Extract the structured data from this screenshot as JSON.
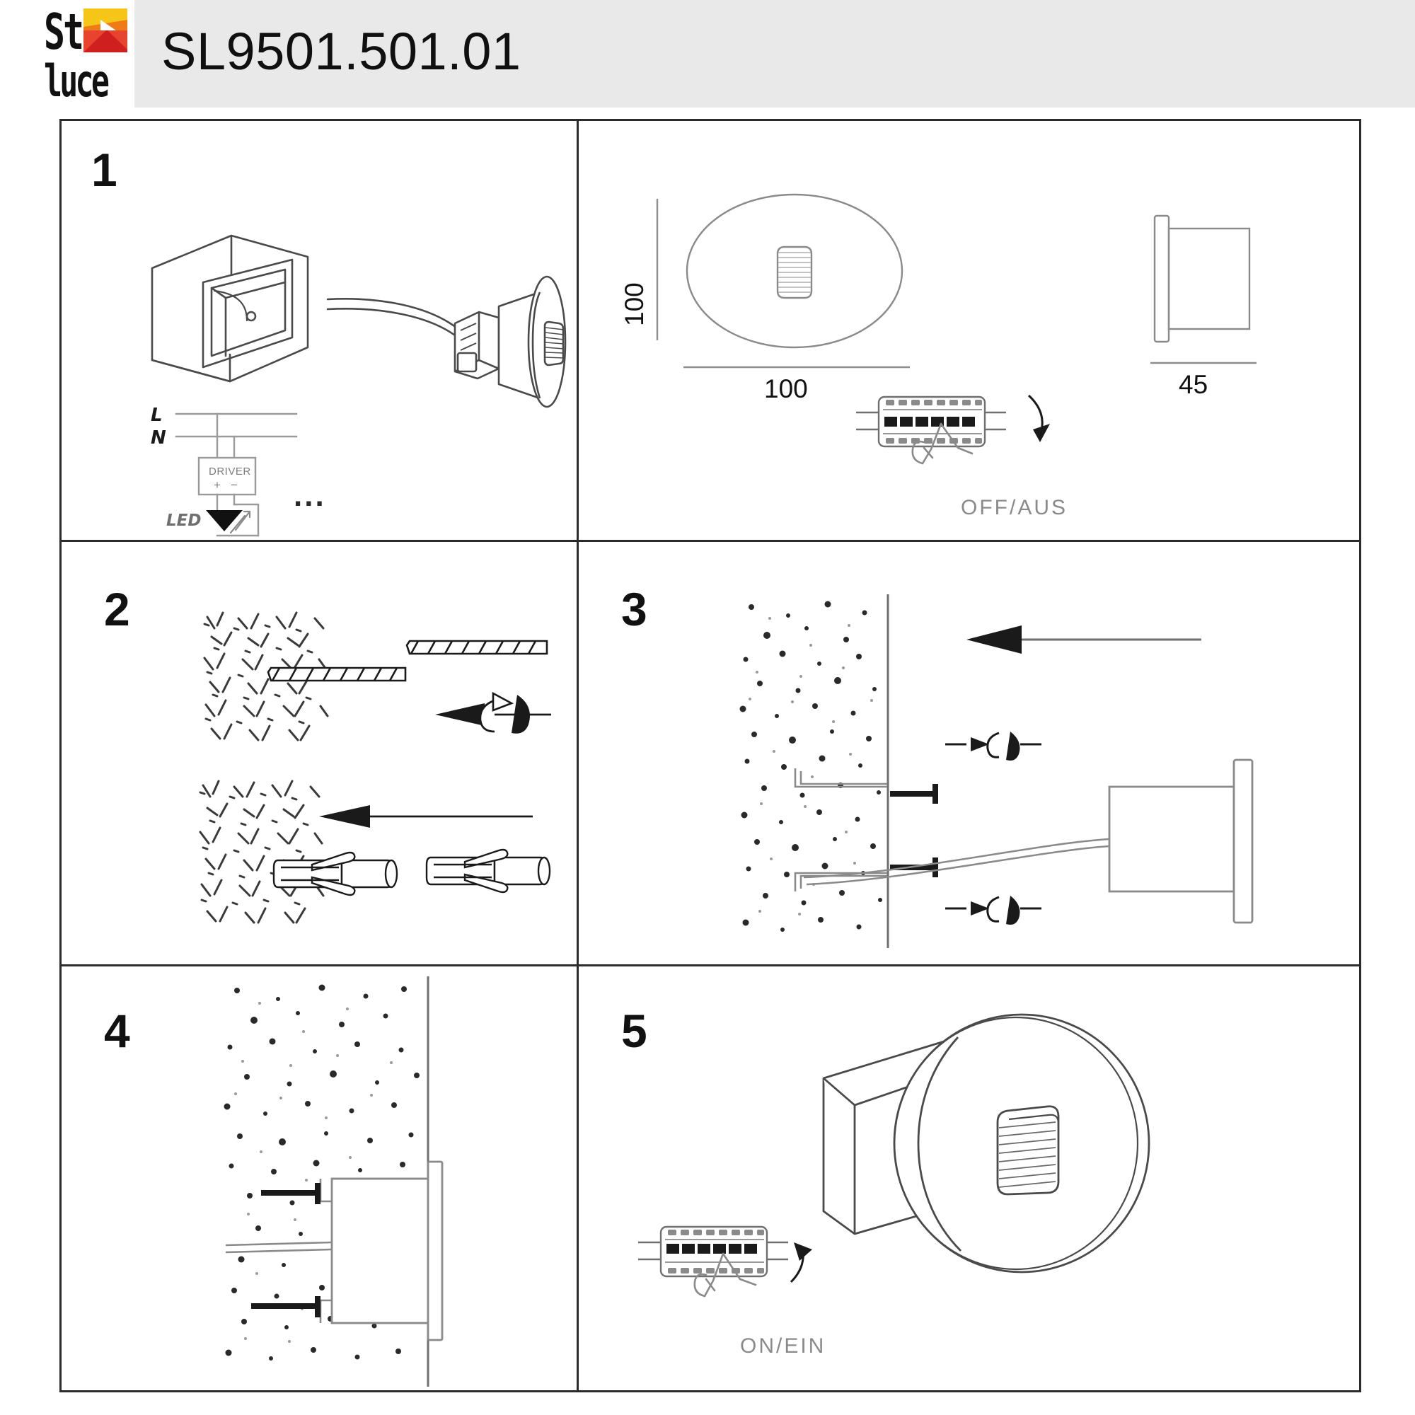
{
  "header": {
    "brand_line1": "St",
    "brand_line2": "luce",
    "product_code": "SL9501.501.01",
    "logo_colors": {
      "yellow": "#f5c518",
      "orange": "#ef7b18",
      "red_light": "#e8432e",
      "red_dark": "#cf1f1f",
      "white": "#ffffff"
    },
    "band_color": "#e9e9e9"
  },
  "panels": [
    {
      "id": "panel-1",
      "number": "1",
      "description": "Connect the fixture cable to the recessed mounting box and wire per the diagram",
      "wiring": {
        "line_label": "L",
        "neutral_label": "N",
        "driver_label": "DRIVER",
        "driver_plus": "+",
        "driver_minus": "−",
        "led_label": "LED",
        "repeat_label": "..."
      }
    },
    {
      "id": "panel-2-dimensions",
      "number": "",
      "description": "Product dimensions front and side view, switch power off",
      "dimensions": {
        "front_height": "100",
        "front_width": "100",
        "side_depth": "45",
        "unit_implied": "mm"
      },
      "power_caption": "OFF/AUS"
    },
    {
      "id": "panel-2",
      "number": "2",
      "description": "Drill holes in the wall and insert wall plugs / dowels"
    },
    {
      "id": "panel-3",
      "number": "3",
      "description": "Fasten the mounting bracket in the wall recess with screws and feed the cable"
    },
    {
      "id": "panel-4",
      "number": "4",
      "description": "Push the luminaire into the recess and secure with screws"
    },
    {
      "id": "panel-5",
      "number": "5",
      "description": "Finished installation, switch power on",
      "power_caption": "ON/EIN"
    }
  ],
  "colors": {
    "border": "#2b2b2b",
    "line": "#6f6f6f",
    "line_dark": "#3a3a3a",
    "caption_grey": "#8a8a8a",
    "wall_speckle": "#2a2a2a"
  }
}
